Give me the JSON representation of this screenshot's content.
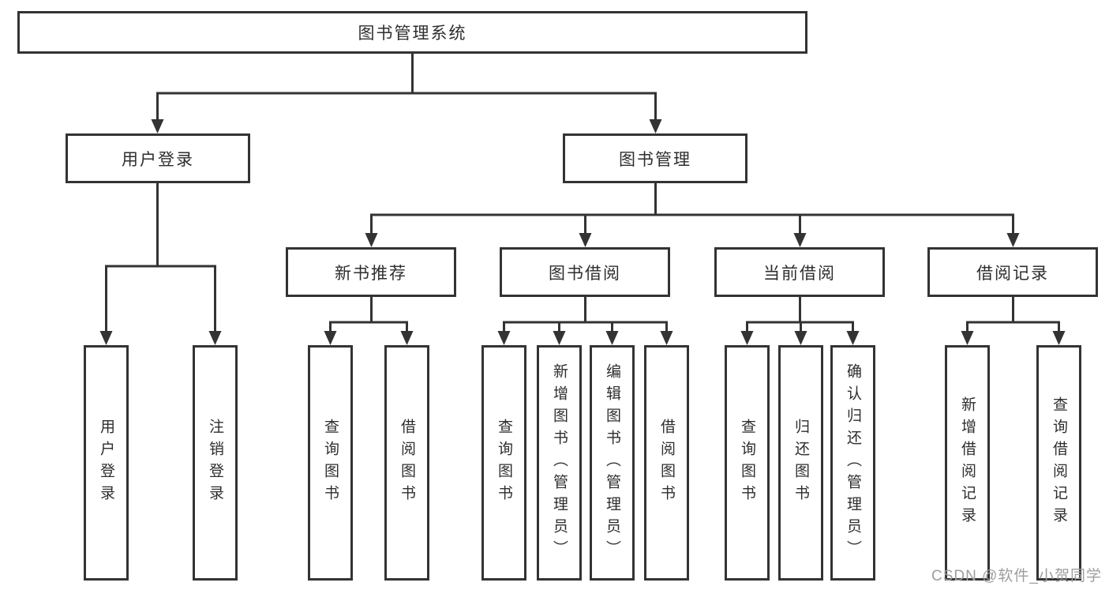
{
  "tree": {
    "root": "图书管理系统",
    "login": {
      "label": "用户登录",
      "leaves": [
        "用户登录",
        "注销登录"
      ]
    },
    "mgmt": {
      "label": "图书管理",
      "groups": [
        {
          "label": "新书推荐",
          "leaves": [
            "查询图书",
            "借阅图书"
          ]
        },
        {
          "label": "图书借阅",
          "leaves": [
            "查询图书",
            "新增图书（管理员）",
            "编辑图书（管理员）",
            "借阅图书"
          ]
        },
        {
          "label": "当前借阅",
          "leaves": [
            "查询图书",
            "归还图书",
            "确认归还（管理员）"
          ]
        },
        {
          "label": "借阅记录",
          "leaves": [
            "新增借阅记录",
            "查询借阅记录"
          ]
        }
      ]
    }
  },
  "watermark": "CSDN @软件_小贺同学",
  "colors": {
    "line": "#333333",
    "text": "#2e2e2e",
    "background": "#ffffff",
    "watermark": "#9e9e9e"
  }
}
